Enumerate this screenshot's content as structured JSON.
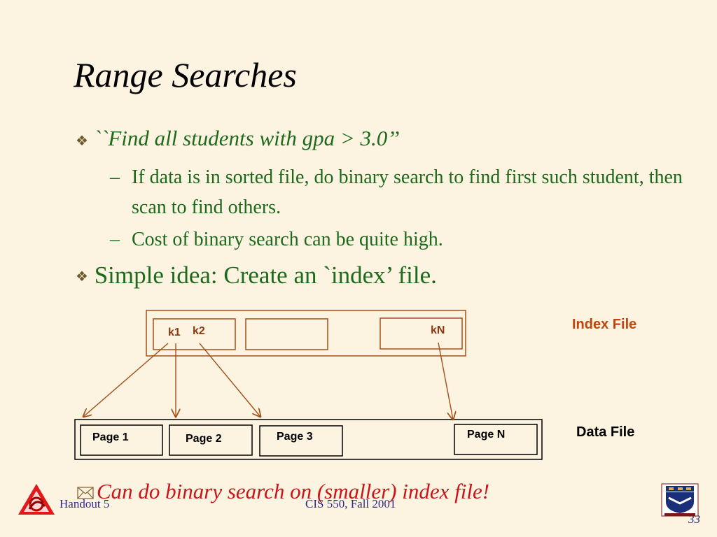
{
  "slide": {
    "title": "Range Searches",
    "bullets": [
      {
        "text": "``Find all students with gpa > 3.0’’",
        "sub": [
          "If data is in sorted file, do binary search to find first such student, then scan to find others.",
          "Cost of binary search can be quite high."
        ]
      },
      {
        "text": "Simple idea:  Create an `index’ file."
      }
    ],
    "conclusion": "Can do binary search on (smaller) index file!"
  },
  "diagram": {
    "index_file_label": "Index File",
    "data_file_label": "Data File",
    "keys": [
      "k1",
      "k2",
      "kN"
    ],
    "pages": [
      "Page 1",
      "Page 2",
      "Page 3",
      "Page N"
    ],
    "colors": {
      "boxes": "#8a3a10",
      "index_label": "#c0440c",
      "data_label": "#000000"
    }
  },
  "footer": {
    "left": "Handout 5",
    "center": "CIS 550, Fall 2001",
    "page_number": "33"
  },
  "icons": [
    "diamond-bullet-icon",
    "envelope-icon",
    "penn-logo-icon",
    "penn-shield-icon"
  ]
}
